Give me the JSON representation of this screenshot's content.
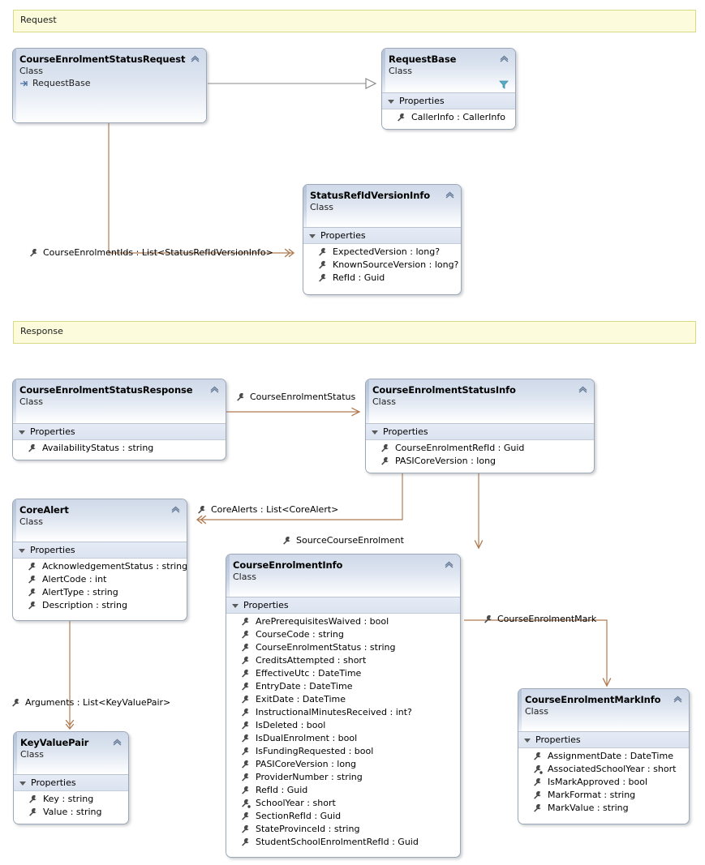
{
  "diagram": {
    "title": "Class Diagram",
    "sections": [
      {
        "label": "Request"
      },
      {
        "label": "Response"
      }
    ],
    "colors": {
      "banner_fill": "#FCFCDC",
      "banner_border": "#D9D98A",
      "class_border": "#9BA7B7",
      "header_gradient_top": "#CFD9E9",
      "compartment_fill": "#DBE3F0",
      "association_line": "#B07B52",
      "inheritance_line": "#A0A0A0"
    }
  },
  "classes": {
    "course_enrolment_status_request": {
      "name": "CourseEnrolmentStatusRequest",
      "kind": "Class",
      "base": "RequestBase",
      "compartment": "Properties",
      "members": []
    },
    "request_base": {
      "name": "RequestBase",
      "kind": "Class",
      "compartment": "Properties",
      "members": [
        "CallerInfo : CallerInfo"
      ]
    },
    "status_ref_id_version_info": {
      "name": "StatusRefIdVersionInfo",
      "kind": "Class",
      "compartment": "Properties",
      "members": [
        "ExpectedVersion : long?",
        "KnownSourceVersion : long?",
        "RefId : Guid"
      ]
    },
    "course_enrolment_status_response": {
      "name": "CourseEnrolmentStatusResponse",
      "kind": "Class",
      "compartment": "Properties",
      "members": [
        "AvailabilityStatus : string"
      ]
    },
    "course_enrolment_status_info": {
      "name": "CourseEnrolmentStatusInfo",
      "kind": "Class",
      "compartment": "Properties",
      "members": [
        "CourseEnrolmentRefId : Guid",
        "PASICoreVersion : long"
      ]
    },
    "core_alert": {
      "name": "CoreAlert",
      "kind": "Class",
      "compartment": "Properties",
      "members": [
        "AcknowledgementStatus : string",
        "AlertCode : int",
        "AlertType : string",
        "Description : string"
      ]
    },
    "course_enrolment_info": {
      "name": "CourseEnrolmentInfo",
      "kind": "Class",
      "compartment": "Properties",
      "members": [
        "ArePrerequisitesWaived : bool",
        "CourseCode : string",
        "CourseEnrolmentStatus : string",
        "CreditsAttempted : short",
        "EffectiveUtc : DateTime",
        "EntryDate : DateTime",
        "ExitDate : DateTime",
        "InstructionalMinutesReceived : int?",
        "IsDeleted : bool",
        "IsDualEnrolment : bool",
        "IsFundingRequested : bool",
        "PASICoreVersion : long",
        "ProviderNumber : string",
        "RefId : Guid",
        "SchoolYear : short",
        "SectionRefId : Guid",
        "StateProvinceId : string",
        "StudentSchoolEnrolmentRefId : Guid"
      ]
    },
    "course_enrolment_mark_info": {
      "name": "CourseEnrolmentMarkInfo",
      "kind": "Class",
      "compartment": "Properties",
      "members": [
        "AssignmentDate : DateTime",
        "AssociatedSchoolYear : short",
        "IsMarkApproved : bool",
        "MarkFormat : string",
        "MarkValue : string"
      ]
    },
    "key_value_pair": {
      "name": "KeyValuePair",
      "kind": "Class",
      "compartment": "Properties",
      "members": [
        "Key : string",
        "Value : string"
      ]
    }
  },
  "associations": [
    {
      "id": "course_enrolment_ids",
      "label": "CourseEnrolmentIds : List<StatusRefIdVersionInfo>"
    },
    {
      "id": "course_enrolment_status",
      "label": "CourseEnrolmentStatus"
    },
    {
      "id": "core_alerts",
      "label": "CoreAlerts : List<CoreAlert>"
    },
    {
      "id": "source_course_enrolment",
      "label": "SourceCourseEnrolment"
    },
    {
      "id": "course_enrolment_mark",
      "label": "CourseEnrolmentMark"
    },
    {
      "id": "arguments",
      "label": "Arguments : List<KeyValuePair>"
    }
  ]
}
